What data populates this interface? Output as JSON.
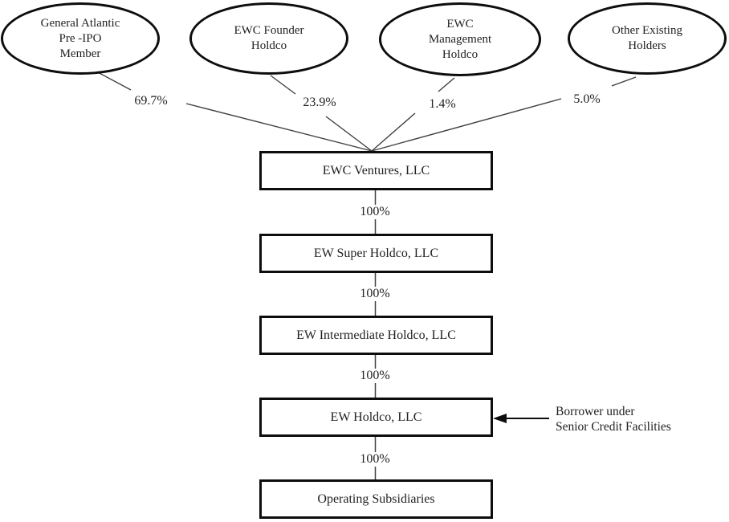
{
  "diagram": {
    "owners": [
      {
        "label": "General Atlantic\nPre -IPO\nMember",
        "ownership_pct": "69.7%"
      },
      {
        "label": "EWC Founder\nHoldco",
        "ownership_pct": "23.9%"
      },
      {
        "label": "EWC\nManagement\nHoldco",
        "ownership_pct": "1.4%"
      },
      {
        "label": "Other Existing\nHolders",
        "ownership_pct": "5.0%"
      }
    ],
    "chain": [
      {
        "label": "EWC Ventures, LLC"
      },
      {
        "label": "EW Super Holdco, LLC",
        "pct_from_parent": "100%"
      },
      {
        "label": "EW Intermediate Holdco, LLC",
        "pct_from_parent": "100%"
      },
      {
        "label": "EW Holdco, LLC",
        "pct_from_parent": "100%"
      },
      {
        "label": "Operating Subsidiaries",
        "pct_from_parent": "100%"
      }
    ],
    "annotation": {
      "text": "Borrower under\nSenior Credit Facilities"
    },
    "colors": {
      "background": "#ffffff",
      "border": "#0d0d0d",
      "connector_line": "#3f3f3f",
      "text": "#1f1f1f"
    }
  }
}
